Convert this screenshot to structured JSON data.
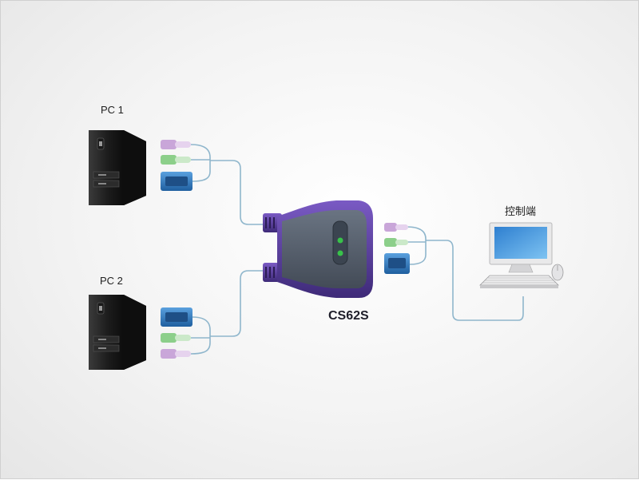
{
  "labels": {
    "pc1": "PC 1",
    "pc2": "PC 2",
    "device": "CS62S",
    "console": "控制端"
  },
  "colors": {
    "cable": "#8fb6cc",
    "switch_body": "#55606e",
    "switch_accent": "#5b3fa0",
    "led": "#38c24a",
    "vga_blue": "#2f7cc4",
    "ps2_purple": "#c9a6d9",
    "ps2_green": "#8ccf8a",
    "pc_tower": "#2a2a2a"
  },
  "icons": {
    "pc1": "desktop-tower-icon",
    "pc2": "desktop-tower-icon",
    "switch": "kvm-switch-icon",
    "monitor": "monitor-icon",
    "keyboard": "keyboard-icon",
    "mouse": "mouse-icon",
    "vga": "vga-connector-icon",
    "ps2_keyboard": "ps2-keyboard-connector-icon",
    "ps2_mouse": "ps2-mouse-connector-icon"
  }
}
